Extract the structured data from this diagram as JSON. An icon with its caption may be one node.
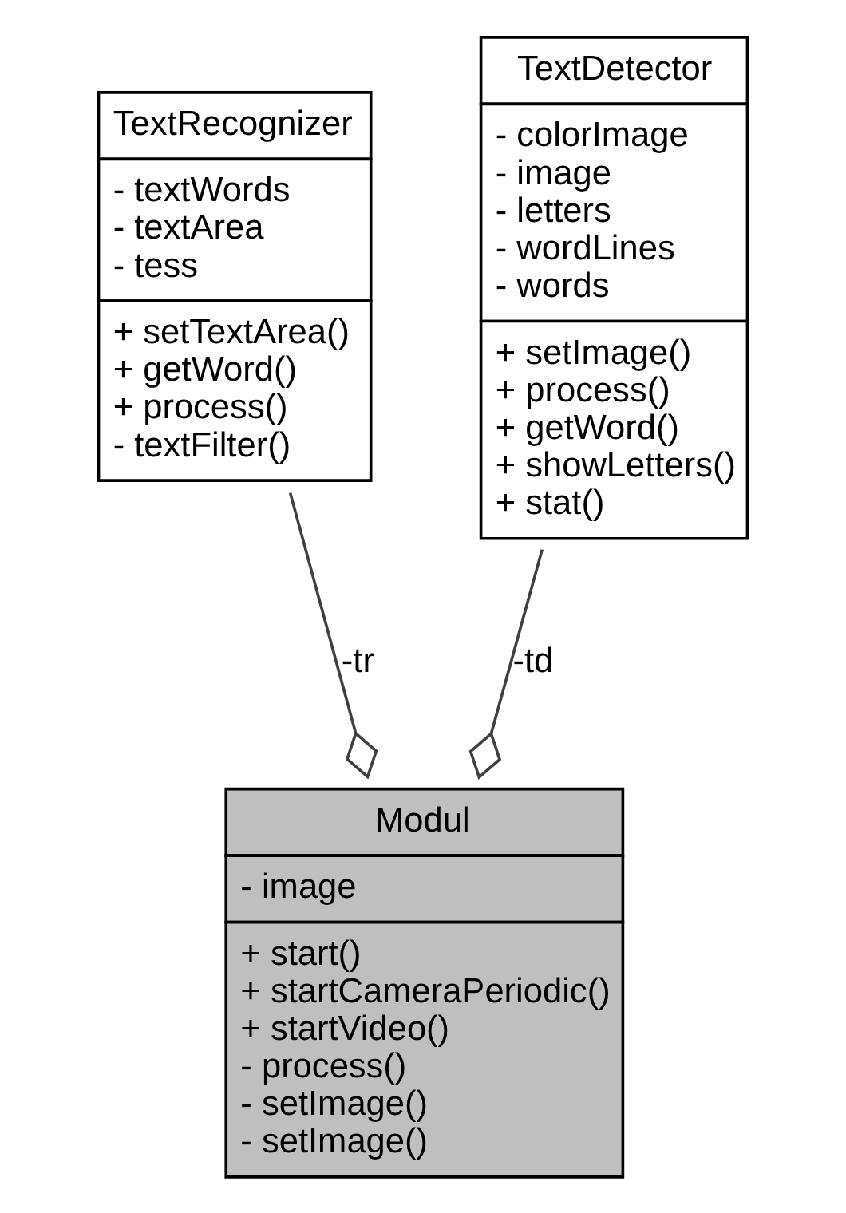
{
  "diagram": {
    "nodes": [
      {
        "text": [
          "TextRecognizer",
          "- textWords - textArea - tess",
          "+ setTextArea() + getWord() + process() - textFilter()"
        ]
      },
      {
        "text": [
          "TextDetector",
          "- colorImage - image - letters - wordLines - words",
          "+ setImage() + process() + getWord() + showLetters() + stat()"
        ]
      },
      {
        "text": [
          "Modul",
          "- image",
          "+ start() + startCameraPeriodic() + startVideo() - process() - setImage() - setImage()"
        ]
      }
    ],
    "edges": [
      {
        "from": 0,
        "to": 2,
        "arrow": "other",
        "label": "-tr"
      },
      {
        "from": 1,
        "to": 2,
        "arrow": "other",
        "label": "-td"
      }
    ]
  }
}
